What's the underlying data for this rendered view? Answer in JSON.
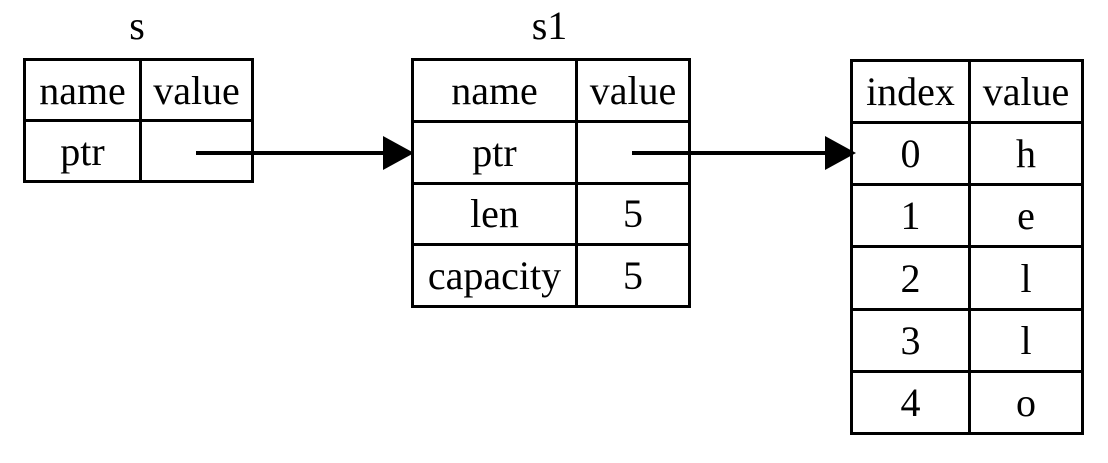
{
  "colors": {
    "foreground": "#000000",
    "background": "#ffffff"
  },
  "diagram": {
    "s": {
      "title": "s",
      "headers": [
        "name",
        "value"
      ],
      "rows": [
        {
          "name": "ptr",
          "value": ""
        }
      ]
    },
    "s1": {
      "title": "s1",
      "headers": [
        "name",
        "value"
      ],
      "rows": [
        {
          "name": "ptr",
          "value": ""
        },
        {
          "name": "len",
          "value": "5"
        },
        {
          "name": "capacity",
          "value": "5"
        }
      ]
    },
    "heap": {
      "headers": [
        "index",
        "value"
      ],
      "rows": [
        {
          "index": "0",
          "value": "h"
        },
        {
          "index": "1",
          "value": "e"
        },
        {
          "index": "2",
          "value": "l"
        },
        {
          "index": "3",
          "value": "l"
        },
        {
          "index": "4",
          "value": "o"
        }
      ]
    },
    "arrows": [
      {
        "from": "s.ptr",
        "to": "s1"
      },
      {
        "from": "s1.ptr",
        "to": "heap.index0"
      }
    ]
  }
}
